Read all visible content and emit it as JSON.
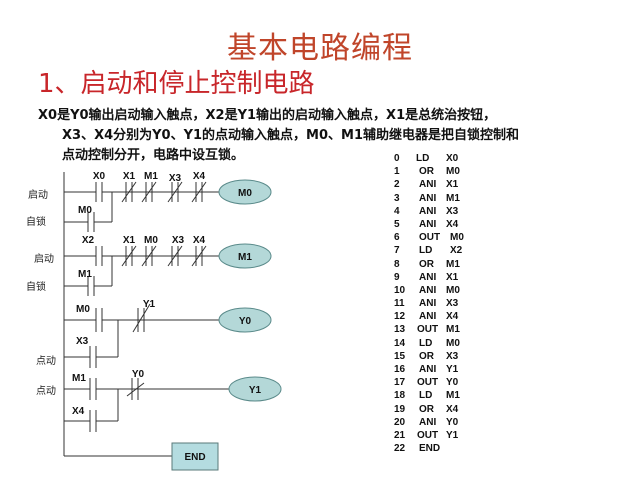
{
  "slide": {
    "title": "基本电路编程",
    "subtitle": "1、启动和停止控制电路",
    "description": [
      "X0是Y0输出启动输入触点，X2是Y1输出的启动输入触点，X1是总统治按钮，",
      "X3、X4分别为Y0、Y1的点动输入触点，M0、M1辅助继电器是把自锁控制和",
      "点动控制分开，电路中设互锁。"
    ],
    "colors": {
      "title": "#c0452a",
      "subtitle": "#c8262a",
      "coil_fill": "#b4d8d8",
      "end_fill": "#b4dce0"
    }
  },
  "ladder": {
    "side_labels": [
      "启动",
      "自锁",
      "启动",
      "自锁",
      "点动",
      "点动"
    ],
    "rung1": {
      "main": "X0",
      "branch": "M0",
      "nc": [
        "X1",
        "M1",
        "X3",
        "X4"
      ],
      "coil": "M0"
    },
    "rung2": {
      "main": "X2",
      "branch": "M1",
      "nc": [
        "X1",
        "M0",
        "X3",
        "X4"
      ],
      "coil": "M1"
    },
    "rung3": {
      "main": "M0",
      "branch": "X3",
      "nc": [
        "Y1"
      ],
      "coil": "Y0"
    },
    "rung4": {
      "main": "M1",
      "branch": "X4",
      "nc": [
        "Y0"
      ],
      "coil": "Y1"
    },
    "end": "END"
  },
  "instruction_list": [
    {
      "n": "0",
      "op": "LD",
      "arg": "X0"
    },
    {
      "n": "1",
      "op": "OR",
      "arg": "M0"
    },
    {
      "n": "2",
      "op": "ANI",
      "arg": "X1"
    },
    {
      "n": "3",
      "op": "ANI",
      "arg": "M1"
    },
    {
      "n": "4",
      "op": "ANI",
      "arg": "X3"
    },
    {
      "n": "5",
      "op": "ANI",
      "arg": "X4"
    },
    {
      "n": "6",
      "op": "OUT",
      "arg": "M0"
    },
    {
      "n": "7",
      "op": "LD",
      "arg": "X2"
    },
    {
      "n": "8",
      "op": "OR",
      "arg": "M1"
    },
    {
      "n": "9",
      "op": "ANI",
      "arg": "X1"
    },
    {
      "n": "10",
      "op": "ANI",
      "arg": "M0"
    },
    {
      "n": "11",
      "op": "ANI",
      "arg": "X3"
    },
    {
      "n": "12",
      "op": "ANI",
      "arg": "X4"
    },
    {
      "n": "13",
      "op": "OUT",
      "arg": "M1"
    },
    {
      "n": "14",
      "op": "LD",
      "arg": "M0"
    },
    {
      "n": "15",
      "op": "OR",
      "arg": "X3"
    },
    {
      "n": "16",
      "op": "ANI",
      "arg": "Y1"
    },
    {
      "n": "17",
      "op": "OUT",
      "arg": "Y0"
    },
    {
      "n": "18",
      "op": "LD",
      "arg": "M1"
    },
    {
      "n": "19",
      "op": "OR",
      "arg": "X4"
    },
    {
      "n": "20",
      "op": "ANI",
      "arg": "Y0"
    },
    {
      "n": "21",
      "op": "OUT",
      "arg": "Y1"
    },
    {
      "n": "22",
      "op": "END",
      "arg": ""
    }
  ]
}
